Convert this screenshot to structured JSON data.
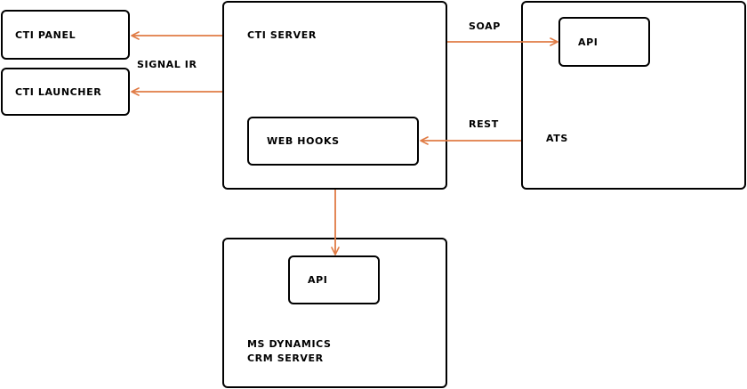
{
  "colors": {
    "arrow": "#e07b45",
    "border": "#000000"
  },
  "nodes": {
    "cti_panel": "CTI PANEL",
    "cti_launcher": "CTI LAUNCHER",
    "cti_server": "CTI SERVER",
    "web_hooks": "WEB HOOKS",
    "ats": "ATS",
    "ats_api": "API",
    "crm_api": "API",
    "crm_line1": "MS DYNAMICS",
    "crm_line2": "CRM SERVER"
  },
  "edges": {
    "signal_ir": "SIGNAL IR",
    "soap": "SOAP",
    "rest": "REST"
  }
}
